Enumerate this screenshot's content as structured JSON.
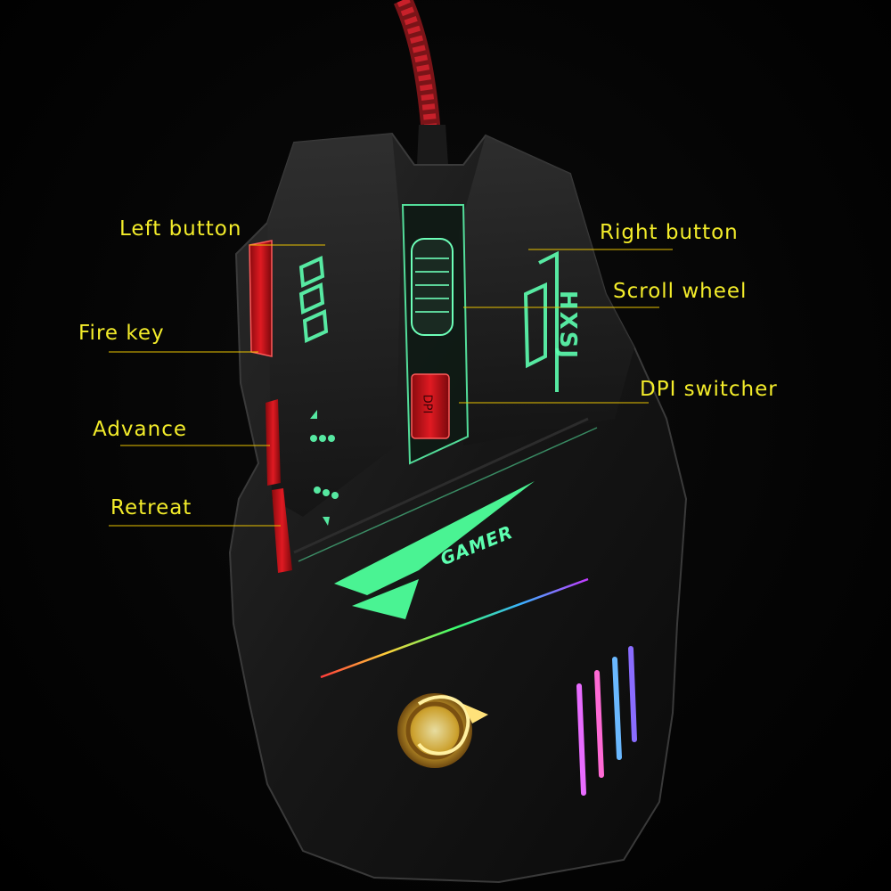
{
  "colors": {
    "label": "#f3ec2a",
    "leader": "#e8c200",
    "button_red": "#d8141e",
    "glow_green": "#5dffb0",
    "logo_gold": "#e0b030"
  },
  "callouts": {
    "left_button": "Left button",
    "right_button": "Right button",
    "scroll_wheel": "Scroll wheel",
    "fire_key": "Fire key",
    "dpi_switcher": "DPI switcher",
    "advance": "Advance",
    "retreat": "Retreat"
  },
  "product": {
    "model_mark": "HXSJ",
    "brand_text": "GAMER",
    "dpi_key_label": "DPI"
  }
}
